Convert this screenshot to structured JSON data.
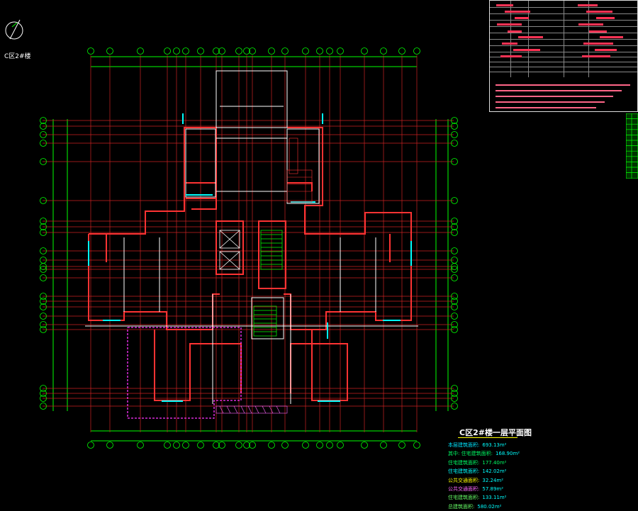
{
  "building_label": "C区2#楼",
  "drawing_title": "C区2#楼一层平面图",
  "area_list": [
    {
      "label": "本层建筑面积:",
      "value": "693.13m²"
    },
    {
      "label": "其中: 住宅建筑面积:",
      "value": "168.90m²"
    },
    {
      "label": "住宅建筑面积:",
      "value": "177.40m²"
    },
    {
      "label": "住宅建筑面积:",
      "value": "142.02m²"
    },
    {
      "label": "公共交通面积:",
      "value": "32.24m²"
    },
    {
      "label": "公共交通面积:",
      "value": "57.89m²"
    },
    {
      "label": "住宅建筑面积:",
      "value": "133.11m²"
    },
    {
      "label": "总建筑面积:",
      "value": "580.02m²"
    }
  ],
  "colors": {
    "background": "#000000",
    "axis_grid": "#ff2a2a",
    "walls": "#ff3333",
    "dimension_green": "#00ff00",
    "window_cyan": "#00ffff",
    "magenta_boundary": "#ff33ff",
    "white_lines": "#ffffff",
    "yellow_accent": "#ffff00"
  },
  "icons": {
    "north_arrow": "north-arrow-icon",
    "axis_bubble": "axis-bubble-icon"
  }
}
